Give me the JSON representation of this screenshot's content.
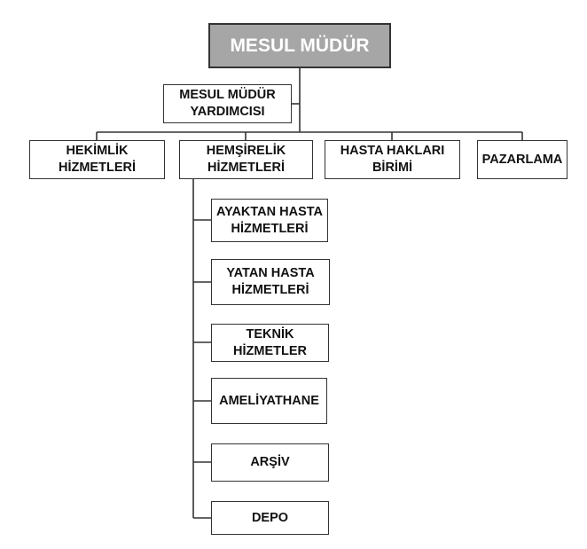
{
  "org_chart": {
    "root": "MESUL MÜDÜR",
    "deputy": "MESUL MÜDÜR\nYARDIMCISI",
    "departments": [
      "HEKİMLİK\nHİZMETLERİ",
      "HEMŞİRELİK\nHİZMETLERİ",
      "HASTA HAKLARI\nBİRİMİ",
      "PAZARLAMA"
    ],
    "nursing_units": [
      "AYAKTAN HASTA\nHİZMETLERİ",
      "YATAN HASTA\nHİZMETLERİ",
      "TEKNİK\nHİZMETLER",
      "AMELİYATHANE",
      "ARŞİV",
      "DEPO"
    ]
  },
  "colors": {
    "root_fill": "#a6a6a6",
    "line": "#333333"
  }
}
